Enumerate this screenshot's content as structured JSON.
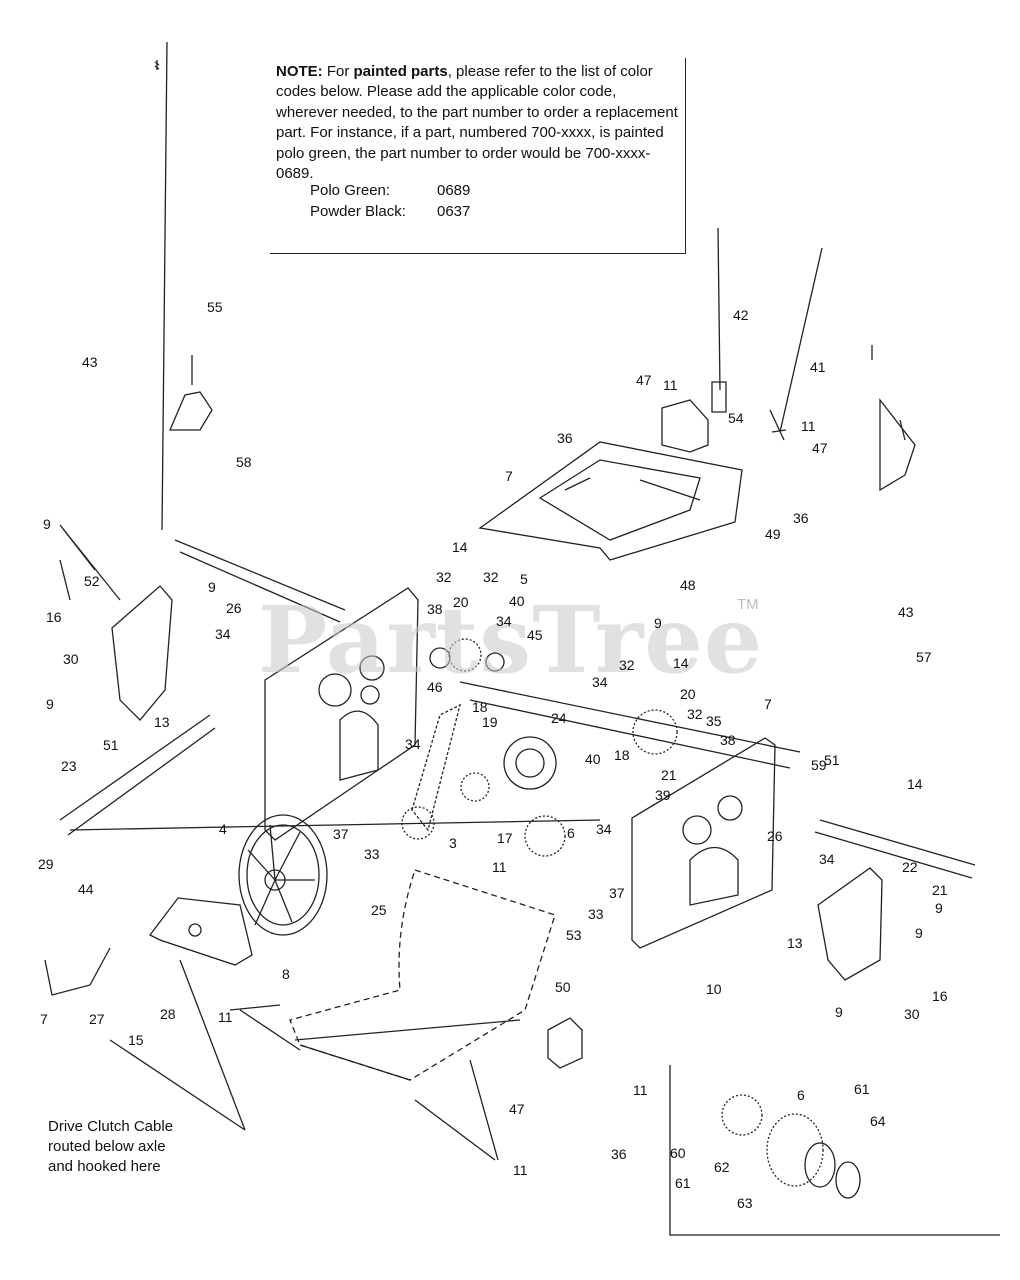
{
  "note": {
    "prefix": "NOTE:",
    "lead": " For ",
    "bold_phrase": "painted parts",
    "body": ", please refer to the list of color codes below. Please add the applicable color code, wherever needed, to the part number to order a replacement part. For instance, if a part, numbered 700-xxxx, is painted polo green, the part number to order would be 700-xxxx-0689.",
    "codes": [
      {
        "name": "Polo Green:",
        "code": "0689"
      },
      {
        "name": "Powder Black:",
        "code": "0637"
      }
    ]
  },
  "caption": [
    "Drive Clutch Cable",
    "routed below axle",
    "and hooked here"
  ],
  "watermark": {
    "text": "PartsTree",
    "tm": "TM"
  },
  "callouts": [
    "55",
    "43",
    "58",
    "42",
    "47",
    "11",
    "41",
    "36",
    "54",
    "11",
    "47",
    "7",
    "36",
    "49",
    "9",
    "52",
    "9",
    "16",
    "26",
    "30",
    "34",
    "9",
    "51",
    "13",
    "14",
    "32",
    "32",
    "38",
    "20",
    "34",
    "5",
    "40",
    "48",
    "45",
    "9",
    "32",
    "14",
    "43",
    "57",
    "46",
    "18",
    "19",
    "24",
    "34",
    "20",
    "32",
    "35",
    "38",
    "40",
    "18",
    "23",
    "34",
    "37",
    "33",
    "4",
    "17",
    "3",
    "6",
    "21",
    "39",
    "7",
    "51",
    "59",
    "14",
    "29",
    "44",
    "25",
    "11",
    "53",
    "34",
    "33",
    "37",
    "26",
    "34",
    "22",
    "21",
    "9",
    "9",
    "8",
    "10",
    "13",
    "30",
    "16",
    "7",
    "27",
    "28",
    "15",
    "11",
    "50",
    "9",
    "47",
    "11",
    "36",
    "11",
    "6",
    "61",
    "64",
    "60",
    "61",
    "62",
    "63"
  ],
  "palette": {
    "line": "#222222",
    "watermark": "#c9c9c9",
    "background": "#ffffff"
  }
}
